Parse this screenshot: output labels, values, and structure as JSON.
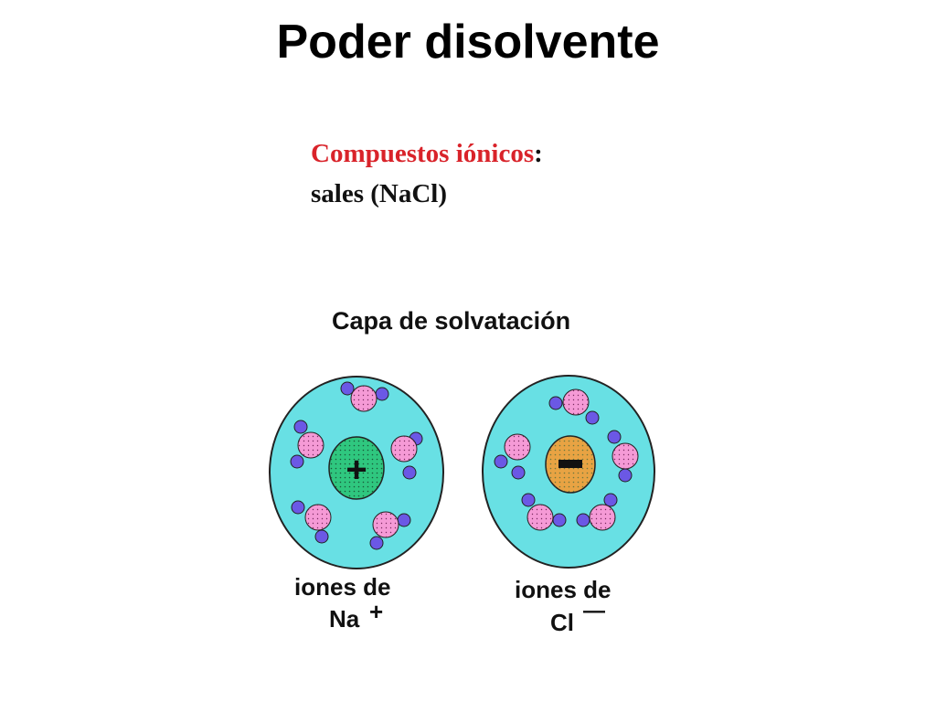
{
  "title": "Poder disolvente",
  "compound": {
    "label": "Compuestos iónicos",
    "suffix": ":",
    "example": "sales (NaCl)"
  },
  "diagram": {
    "title": "Capa de solvatación",
    "sodium": {
      "caption_line1": "iones de",
      "caption_line2": "Na",
      "charge": "+"
    },
    "chloride": {
      "caption_line1": "iones de",
      "caption_line2": "Cl",
      "charge": "—"
    },
    "colors": {
      "shell": "#68e0e4",
      "cation": "#2fc77f",
      "anion": "#e8a343",
      "oxygen": "#f59ad6",
      "hydrogen": "#6b58e5"
    }
  }
}
